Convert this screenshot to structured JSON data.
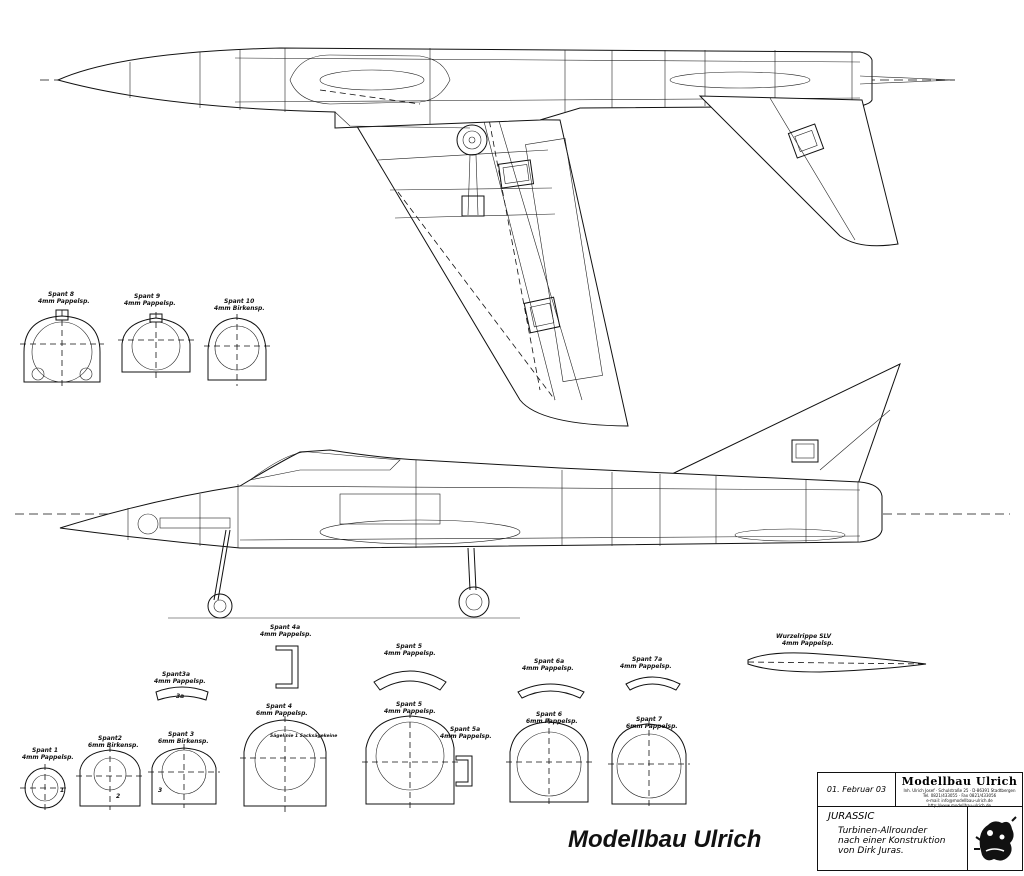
{
  "labels": {
    "spant8": {
      "name": "Spant 8",
      "mat": "4mm Pappelsp."
    },
    "spant9": {
      "name": "Spant 9",
      "mat": "4mm Pappelsp."
    },
    "spant10": {
      "name": "Spant 10",
      "mat": "4mm Birkensp."
    },
    "spant4a": {
      "name": "Spant 4a",
      "mat": "4mm Pappelsp."
    },
    "spant3a": {
      "name": "Spant3a",
      "mat": "4mm Pappelsp."
    },
    "spant4": {
      "name": "Spant 4",
      "mat": "6mm Pappelsp."
    },
    "spant5top": {
      "name": "Spant 5",
      "mat": "4mm Pappelsp."
    },
    "spant5": {
      "name": "Spant 5",
      "mat": "4mm Pappelsp."
    },
    "spant5a": {
      "name": "Spant 5a",
      "mat": "4mm Pappelsp."
    },
    "spant6a": {
      "name": "Spant 6a",
      "mat": "4mm Pappelsp."
    },
    "spant6": {
      "name": "Spant 6",
      "mat": "6mm Pappelsp."
    },
    "spant7a": {
      "name": "Spant 7a",
      "mat": "4mm Pappelsp."
    },
    "spant7": {
      "name": "Spant 7",
      "mat": "6mm Pappelsp."
    },
    "spant1": {
      "name": "Spant 1",
      "mat": "4mm Pappelsp."
    },
    "spant2": {
      "name": "Spant2",
      "mat": "6mm Birkensp."
    },
    "spant3": {
      "name": "Spant 3",
      "mat": "6mm Birkensp."
    },
    "wurzelrippe": {
      "name": "Wurzelrippe SLV",
      "mat": "4mm Pappelsp."
    },
    "spant4_note": "Sägelinie 1 Sacksägekeine",
    "spant3a_part": "3a",
    "spant3_part": "3",
    "spant1_part": "1",
    "spant2_part": "2"
  },
  "brand": "Modellbau Ulrich",
  "title_block": {
    "date": "01. Februar 03",
    "company": "Modellbau Ulrich",
    "address_lines": [
      "Inh. Ulrich Josef · Schulstraße 25 · D-86391 Stadtbergen",
      "Tel. 0821/433055 · Fax 0821/433056",
      "e-mail: info@modellbau-ulrich.de",
      "http://www.modellbau-ulrich.de"
    ],
    "project": "JURASSIC",
    "desc_lines": [
      "Turbinen-Allrounder",
      "nach einer Konstruktion",
      "von Dirk Juras."
    ]
  }
}
